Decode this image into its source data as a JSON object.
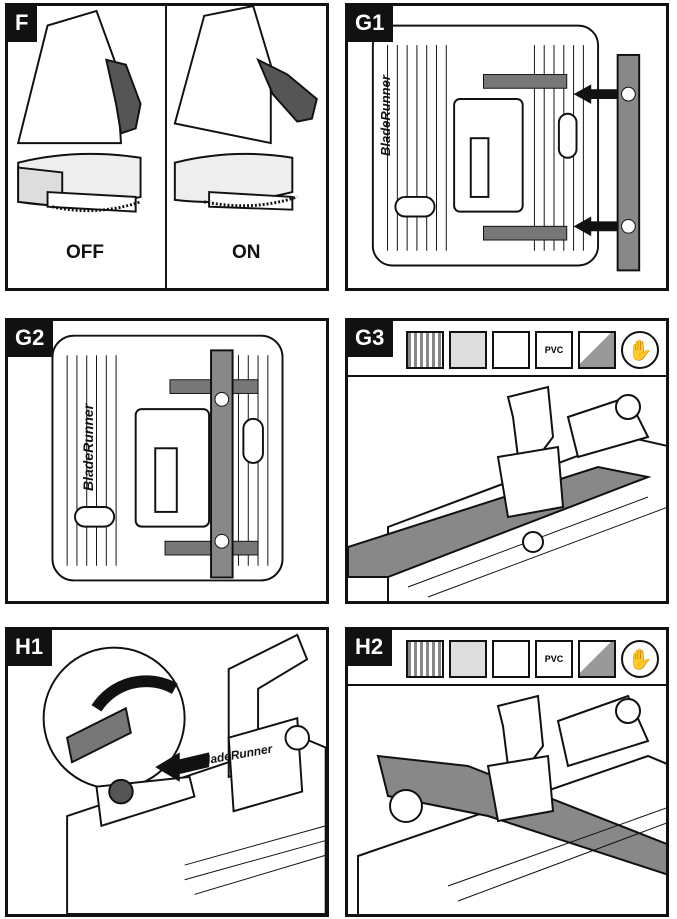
{
  "panels": [
    {
      "id": "F",
      "label": "F"
    },
    {
      "id": "G1",
      "label": "G1"
    },
    {
      "id": "G2",
      "label": "G2"
    },
    {
      "id": "G3",
      "label": "G3"
    },
    {
      "id": "H1",
      "label": "H1"
    },
    {
      "id": "H2",
      "label": "H2"
    }
  ],
  "panel_f": {
    "off_label": "OFF",
    "on_label": "ON"
  },
  "brand": {
    "name": "BladeRunner"
  },
  "material_icons": {
    "g3": [
      "wood-icon",
      "grooved-board-icon",
      "tile-icon",
      "pvc-pipe-icon",
      "laminate-icon",
      "glove-icon"
    ],
    "h2": [
      "wood-icon",
      "grooved-board-icon",
      "tile-icon",
      "pvc-pipe-icon",
      "laminate-icon",
      "glove-icon"
    ],
    "pvc_text": "PVC"
  }
}
